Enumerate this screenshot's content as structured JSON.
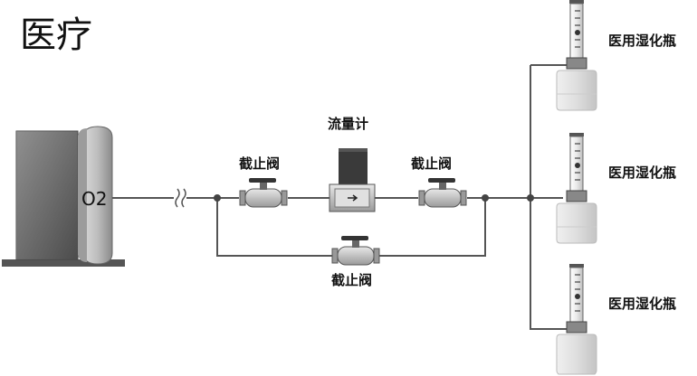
{
  "title": "医疗",
  "source_label": "O2",
  "flowmeter_label": "流量计",
  "valve_labels": [
    "截止阀",
    "截止阀",
    "截止阀"
  ],
  "humidifier_labels": [
    "医用湿化瓶",
    "医用湿化瓶",
    "医用湿化瓶"
  ],
  "colors": {
    "pipe": "#555555",
    "tank_dark": "#5a5a5a",
    "tank_light": "#c8c8c8",
    "valve_handle": "#333333",
    "bottle": "#dcdcdc"
  }
}
